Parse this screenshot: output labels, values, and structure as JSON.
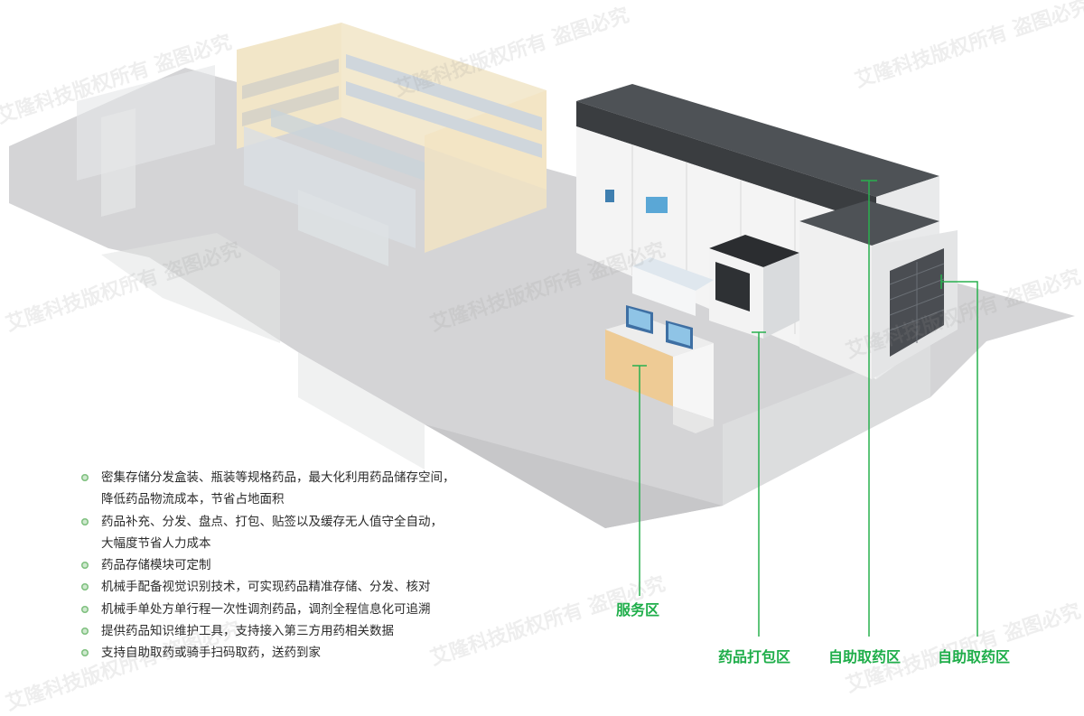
{
  "features": [
    "密集存储分发盒装、瓶装等规格药品，最大化利用药品储存空间，\n降低药品物流成本，节省占地面积",
    "药品补充、分发、盘点、打包、贴签以及缓存无人值守全自动，\n大幅度节省人力成本",
    "药品存储模块可定制",
    "机械手配备视觉识别技术，可实现药品精准存储、分发、核对",
    "机械手单处方单行程一次性调剂药品，调剂全程信息化可追溯",
    "提供药品知识维护工具，支持接入第三方用药相关数据",
    "支持自助取药或骑手扫码取药，送药到家"
  ],
  "zones": {
    "service": "服务区",
    "packing": "药品打包区",
    "self_pickup_1": "自助取药区",
    "self_pickup_2": "自助取药区"
  },
  "watermark": "艾隆科技版权所有 盗图必究",
  "colors": {
    "accent": "#1fae4a",
    "cabinet_top": "#4e5256",
    "floor": "#d4d4d6"
  }
}
